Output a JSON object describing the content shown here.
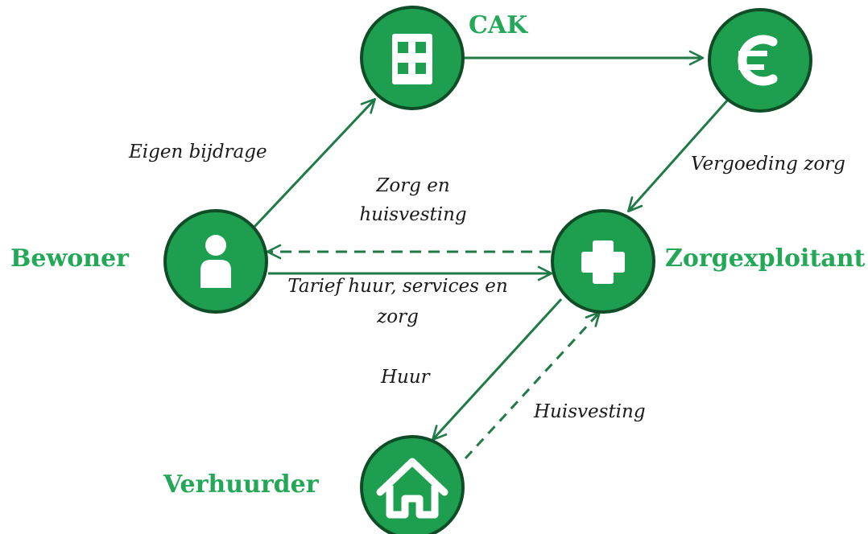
{
  "colors": {
    "node_fill": "#1e9e4f",
    "node_stroke": "#0f4d27",
    "edge": "#1f7a45",
    "label": "#22a857",
    "text": "#1a1a1a"
  },
  "nodes": {
    "cak": {
      "label": "CAK",
      "icon": "building-icon"
    },
    "euro": {
      "label": "",
      "icon": "euro-icon"
    },
    "bewoner": {
      "label": "Bewoner",
      "icon": "person-icon"
    },
    "zorgexploitant": {
      "label": "Zorgexploitant",
      "icon": "medical-cross-icon"
    },
    "verhuurder": {
      "label": "Verhuurder",
      "icon": "house-icon"
    }
  },
  "edges": {
    "eigen_bijdrage": "Eigen bijdrage",
    "vergoeding_zorg": "Vergoeding zorg",
    "zorg_en_huisvesting": [
      "Zorg en",
      "huisvesting"
    ],
    "tarief": [
      "Tarief huur, services en",
      "zorg"
    ],
    "huur": "Huur",
    "huisvesting": "Huisvesting"
  }
}
